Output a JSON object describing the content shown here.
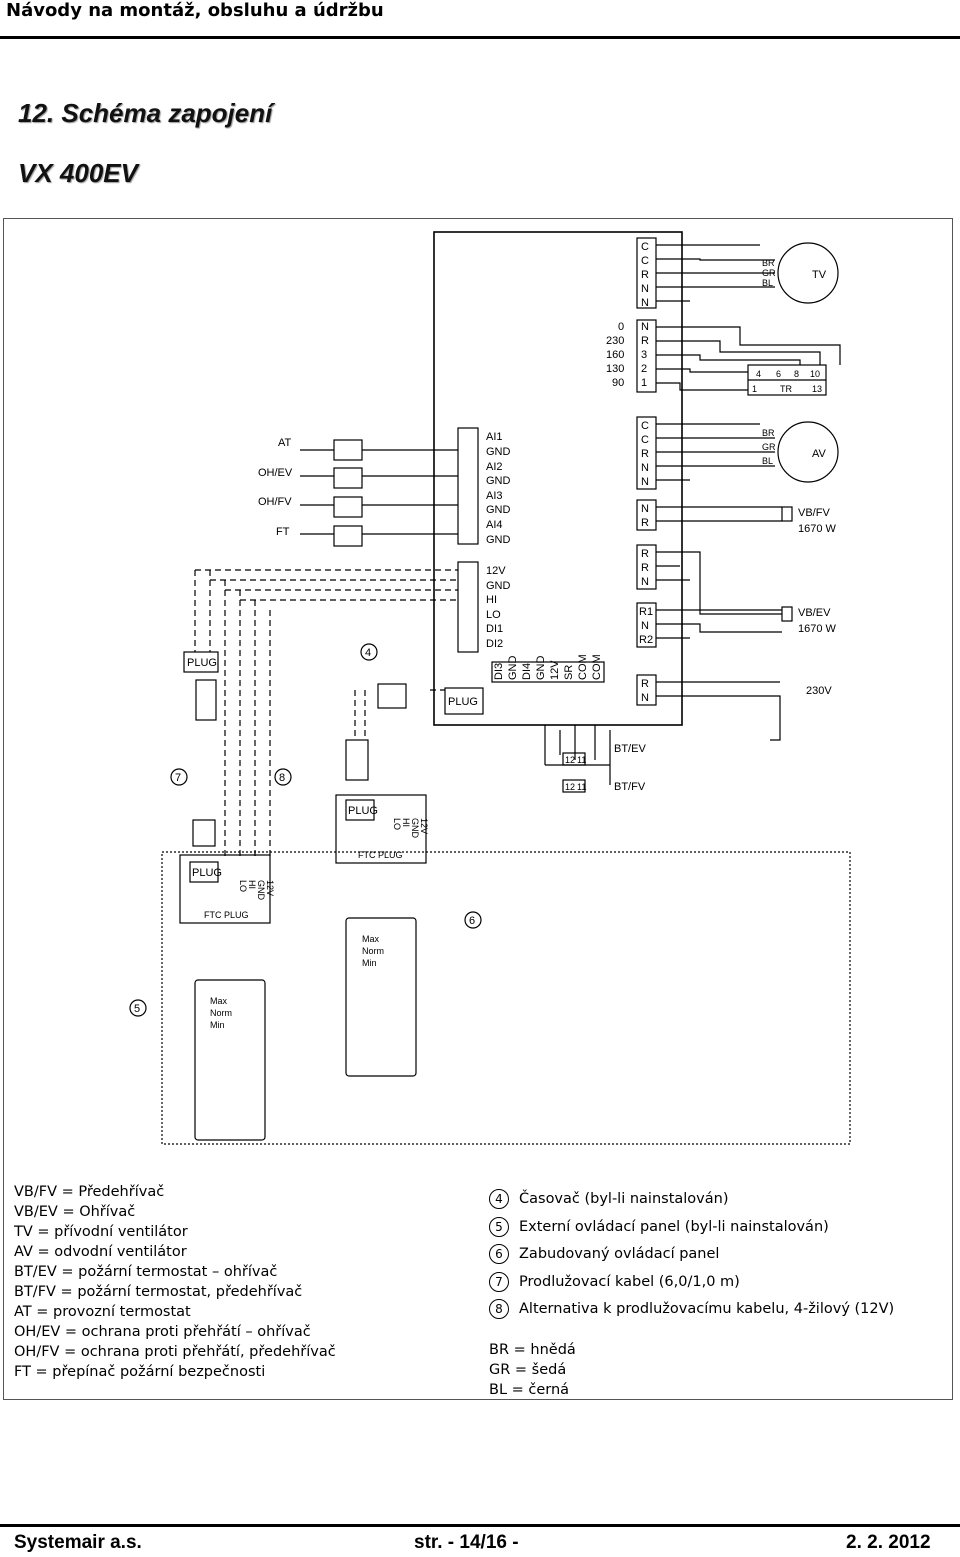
{
  "header": {
    "title": "Návody na montáž, obsluhu a údržbu"
  },
  "section": {
    "title": "12.  Schéma zapojení",
    "model": "VX 400EV"
  },
  "diagram": {
    "left_labels": [
      "AT",
      "OH/EV",
      "OH/FV",
      "FT"
    ],
    "terminals_top": [
      "C",
      "C",
      "R",
      "N",
      "N"
    ],
    "speed_left": [
      "0",
      "230",
      "160",
      "130",
      "90"
    ],
    "speed_right": [
      "N",
      "R",
      "3",
      "2",
      "1"
    ],
    "terminals_av": [
      "C",
      "C",
      "R",
      "N",
      "N"
    ],
    "terminals_nr": [
      "N",
      "R"
    ],
    "terminals_rrn": [
      "R",
      "R",
      "N"
    ],
    "terminals_r1": [
      "R1",
      "N",
      "R2"
    ],
    "terminals_rn": [
      "R",
      "N"
    ],
    "analog_inputs": [
      "AI1",
      "GND",
      "AI2",
      "GND",
      "AI3",
      "GND",
      "AI4",
      "GND"
    ],
    "control_inputs": [
      "12V",
      "GND",
      "HI",
      "LO",
      "DI1",
      "DI2"
    ],
    "bottom_terminals": [
      "DI3",
      "GND",
      "DI4",
      "GND",
      "12V",
      "SR",
      "COM",
      "COM"
    ],
    "wire_colors": [
      "BR",
      "GR",
      "BL"
    ],
    "fan_tv": "TV",
    "fan_av": "AV",
    "tr_top": [
      "4",
      "6",
      "8",
      "10"
    ],
    "tr_bottom": [
      "1",
      "TR",
      "13"
    ],
    "heater_fv": "VB/FV",
    "heater_ev": "VB/EV",
    "power": "1670 W",
    "mains": "230V",
    "bt_ev": "BT/EV",
    "bt_fv": "BT/FV",
    "bt_contacts": [
      "12",
      "11"
    ],
    "plug": "PLUG",
    "ftc_plug": "FTC PLUG",
    "plug_pins": [
      "LO",
      "HI",
      "GND",
      "12V"
    ],
    "panel_modes": [
      "Max",
      "Norm",
      "Min"
    ],
    "callouts": [
      "4",
      "5",
      "6",
      "7",
      "8"
    ]
  },
  "legend": [
    "VB/FV = Předehřívač",
    "VB/EV = Ohřívač",
    "TV = přívodní ventilátor",
    "AV = odvodní ventilátor",
    "BT/EV = požární termostat – ohřívač",
    "BT/FV = požární termostat, předehřívač",
    "AT = provozní termostat",
    "OH/EV = ochrana proti přehřátí – ohřívač",
    "OH/FV = ochrana proti přehřátí, předehřívač",
    "FT = přepínač požární bezpečnosti"
  ],
  "notes": [
    {
      "num": "4",
      "text": "Časovač (byl-li nainstalován)"
    },
    {
      "num": "5",
      "text": "Externí ovládací panel (byl-li nainstalován)"
    },
    {
      "num": "6",
      "text": "Zabudovaný ovládací panel"
    },
    {
      "num": "7",
      "text": "Prodlužovací kabel (6,0/1,0 m)"
    },
    {
      "num": "8",
      "text": "Alternativa k prodlužovacímu kabelu, 4-žilový (12V)"
    }
  ],
  "colors_legend": [
    "BR = hnědá",
    "GR = šedá",
    "BL = černá"
  ],
  "footer": {
    "company": "Systemair a.s.",
    "page": "str. - 14/16 -",
    "date": "2. 2. 2012"
  }
}
